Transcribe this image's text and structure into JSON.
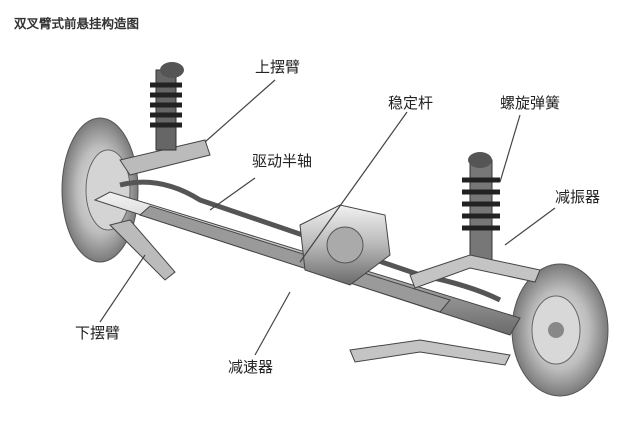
{
  "title": "双叉臂式前悬挂构造图",
  "labels": {
    "upper_arm": "上摆臂",
    "stabilizer_bar": "稳定杆",
    "coil_spring": "螺旋弹簧",
    "drive_shaft": "驱动半轴",
    "shock_absorber": "减振器",
    "lower_arm": "下摆臂",
    "reducer": "减速器"
  }
}
